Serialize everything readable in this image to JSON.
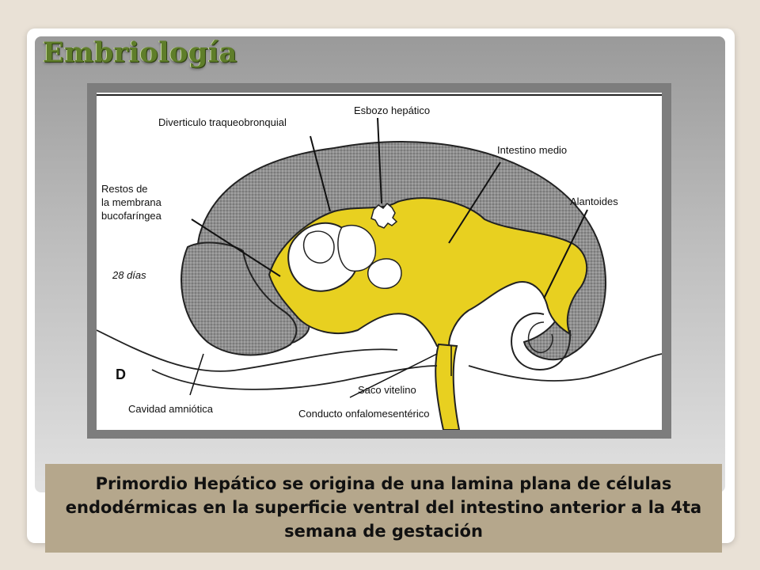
{
  "slide": {
    "title": "Embriología",
    "caption": "Primordio Hepático se origina de una lamina plana de células endodérmicas en la superficie ventral del intestino anterior a la 4ta semana de gestación"
  },
  "figure": {
    "labels": {
      "diverticulo": "Diverticulo traqueobronquial",
      "esbozo": "Esbozo hepático",
      "intestino_medio": "Intestino medio",
      "restos_1": "Restos de",
      "restos_2": "la membrana",
      "restos_3": "bucofaríngea",
      "alantoides": "Alantoides",
      "dias": "28 días",
      "panel_letter": "D",
      "cavidad": "Cavidad amniótica",
      "saco": "Saco vitelino",
      "conducto": "Conducto onfalomesentérico"
    }
  },
  "colors": {
    "title_green": "#5f7e2a",
    "endoderm_yellow": "#e8d020",
    "caption_bg": "#b5a78c"
  }
}
